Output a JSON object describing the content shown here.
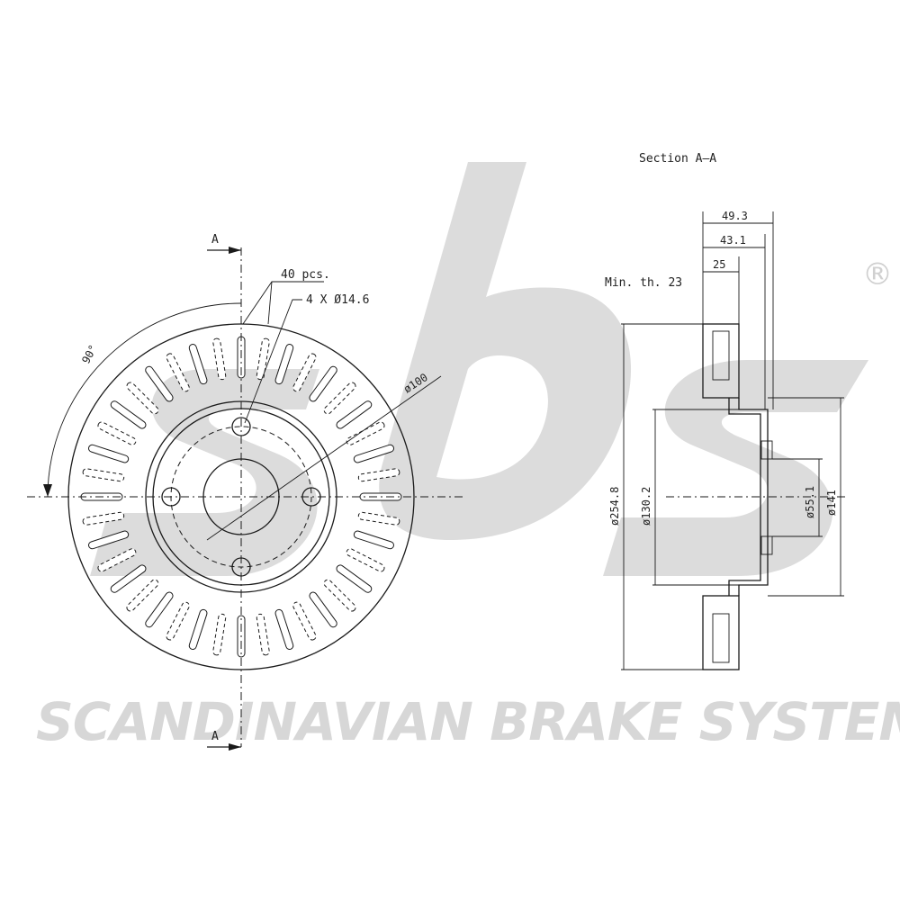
{
  "brand": {
    "logo_text": "sbs",
    "registered_mark": "®",
    "tagline": "SCANDINAVIAN BRAKE SYSTEMS",
    "watermark_color": "#d7d7d7"
  },
  "front_view": {
    "section_marker_top": "A",
    "section_marker_bottom": "A",
    "vane_count_label": "40 pcs.",
    "bolt_holes_label": "4 X Ø14.6",
    "bolt_circle_label": "ø100",
    "angle_label": "90°"
  },
  "section_view": {
    "title": "Section A–A",
    "min_thickness_label": "Min. th. 23",
    "dim_overall_height": "49.3",
    "dim_hat_height": "43.1",
    "dim_disc_thickness": "25",
    "dia_outer": "ø254.8",
    "dia_inner": "ø130.2",
    "dia_center_bore": "ø55.1",
    "dia_hat": "ø141"
  },
  "colors": {
    "line": "#1a1a1a",
    "watermark": "#d7d7d7"
  }
}
